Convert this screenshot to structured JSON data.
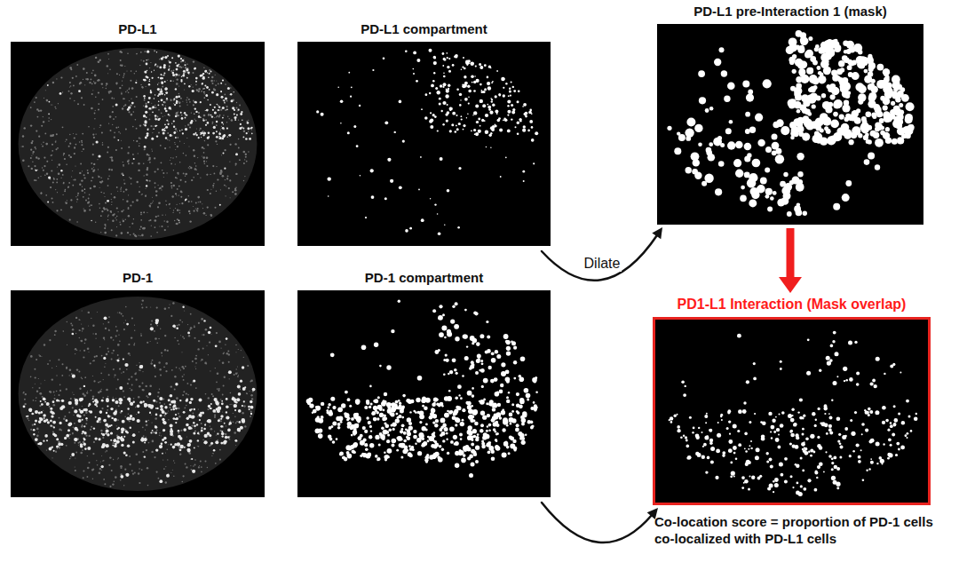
{
  "diagram": {
    "caption": "Co-location score = proportion of PD-1 cells co-localized with PD-L1 cells",
    "nodes": [
      {
        "text": [
          "PD-L1"
        ]
      },
      {
        "text": [
          "PD-L1 compartment"
        ]
      },
      {
        "text": [
          "PD-L1 pre-Interaction 1 (mask)"
        ]
      },
      {
        "text": [
          "PD-1"
        ]
      },
      {
        "text": [
          "PD-1 compartment"
        ]
      },
      {
        "text": [
          "PD1-L1 Interaction (Mask overlap)"
        ]
      }
    ],
    "edges": [
      {
        "from": 1,
        "to": 2,
        "label": "Dilate",
        "arrow": "to"
      },
      {
        "from": 2,
        "to": 5,
        "arrow": "to"
      },
      {
        "from": 4,
        "to": 5,
        "arrow": "to"
      }
    ]
  }
}
